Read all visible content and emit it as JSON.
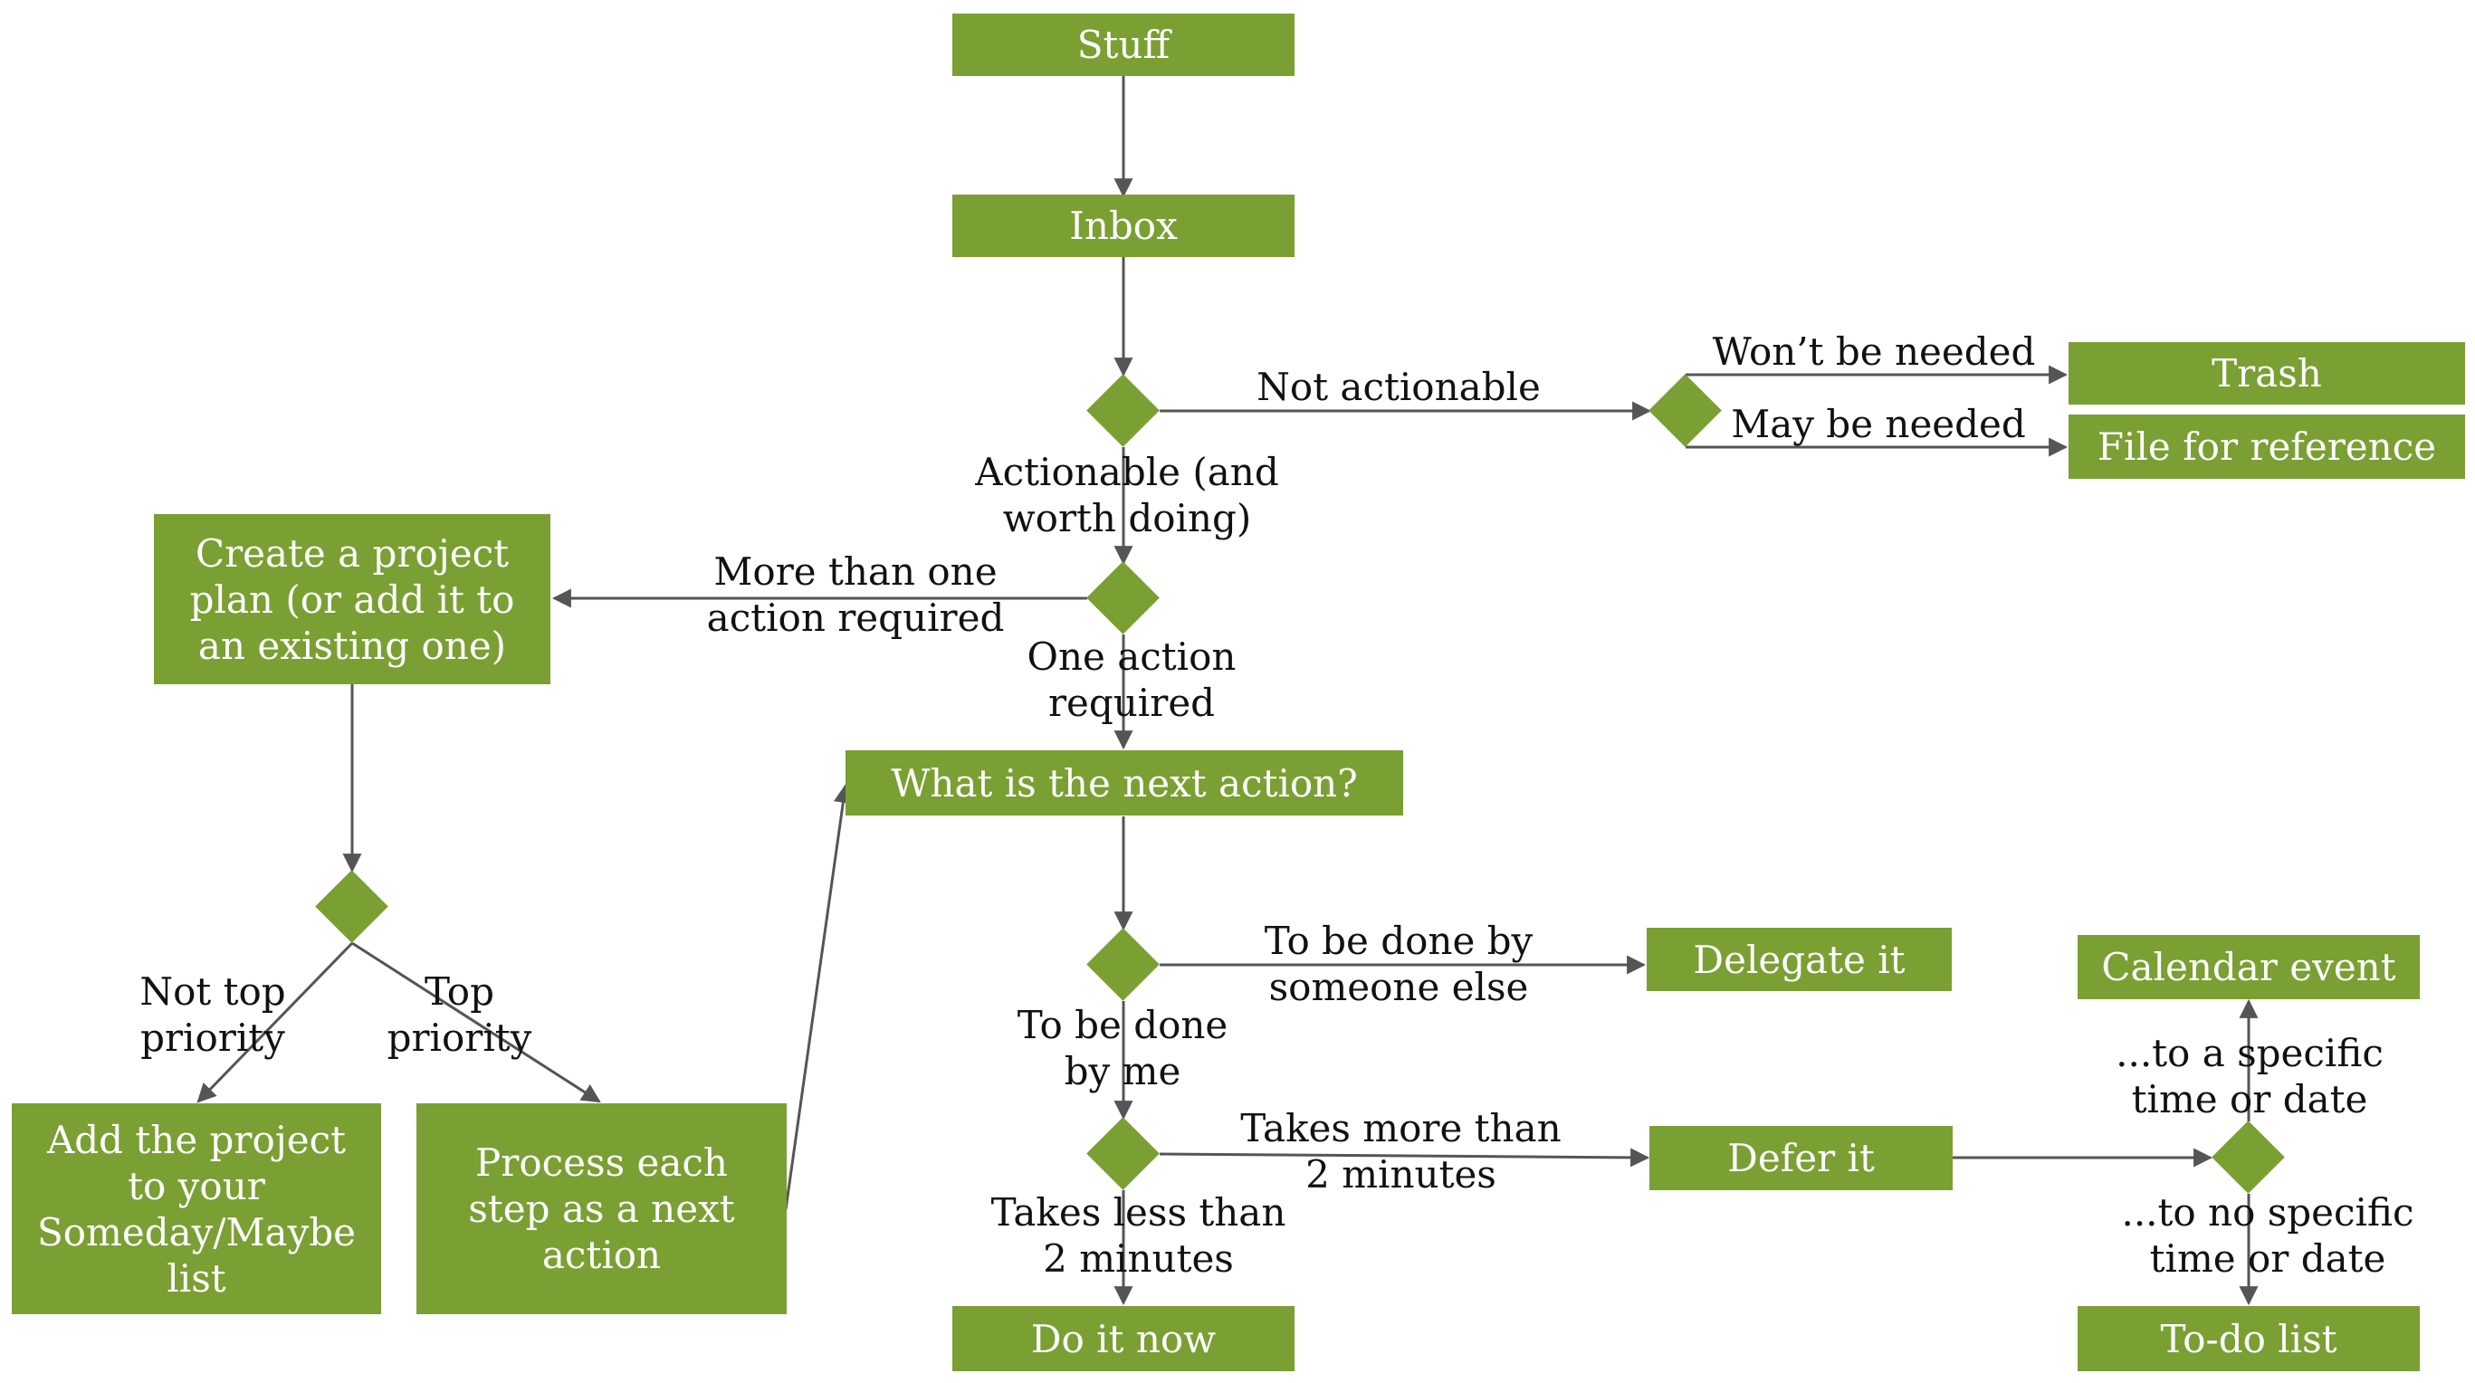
{
  "colors": {
    "node_fill": "#7a9f33",
    "node_text": "#ffffff",
    "edge": "#555555",
    "label": "#111111"
  },
  "nodes": {
    "stuff": "Stuff",
    "inbox": "Inbox",
    "trash": "Trash",
    "file_for_reference": "File for reference",
    "create_project_plan": "Create a project plan (or add it to an existing one)",
    "next_action": "What is the next action?",
    "delegate": "Delegate it",
    "calendar_event": "Calendar event",
    "defer": "Defer it",
    "someday_maybe": "Add the project to your Someday/Maybe list",
    "process_steps": "Process each step as a next action",
    "do_it_now": "Do it now",
    "todo_list": "To-do list"
  },
  "edge_labels": {
    "not_actionable": "Not actionable",
    "wont_be_needed": "Won’t be needed",
    "may_be_needed": "May be needed",
    "actionable": "Actionable (and worth doing)",
    "more_than_one_action": "More than one action required",
    "one_action": "One action required",
    "not_top_priority": "Not top priority",
    "top_priority": "Top priority",
    "someone_else": "To be done by someone else",
    "by_me": "To be done by me",
    "more_than_2": "Takes more than 2 minutes",
    "less_than_2": "Takes less than 2 minutes",
    "specific_time": "...to a specific time or date",
    "no_specific_time": "...to no specific time or date"
  }
}
